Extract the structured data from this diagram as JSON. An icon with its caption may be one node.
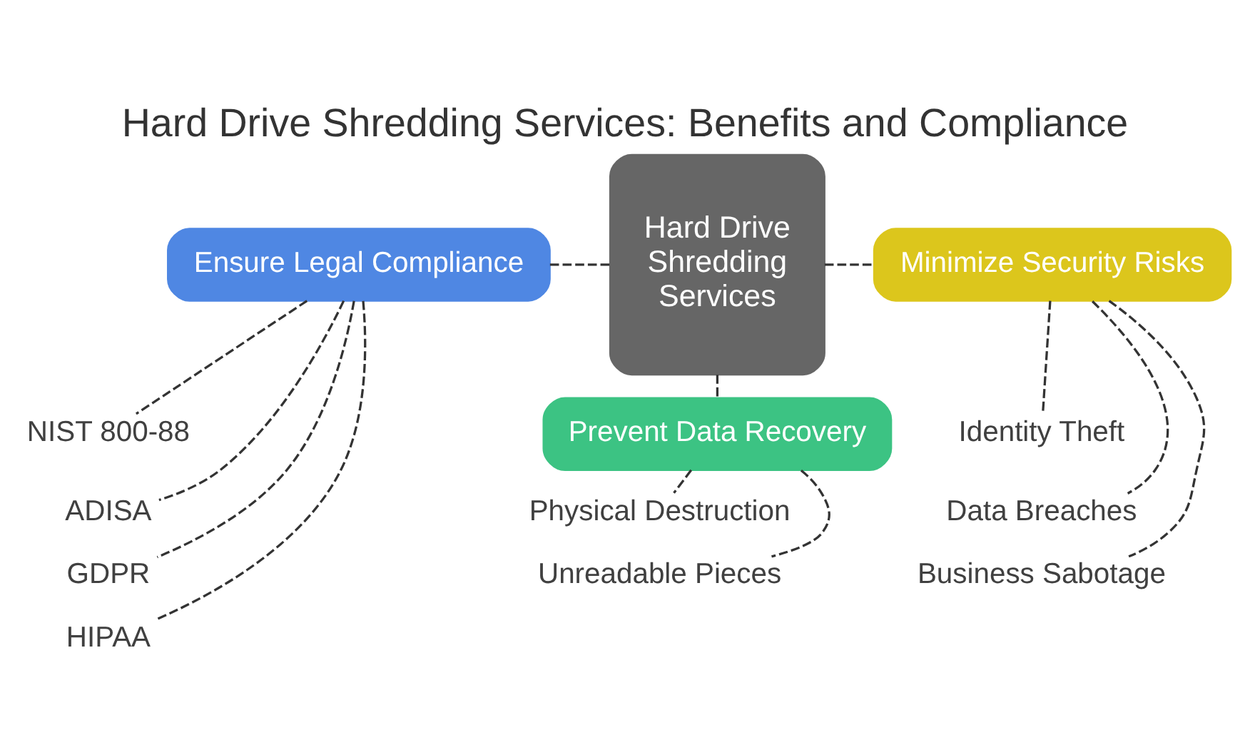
{
  "diagram": {
    "title": "Hard Drive Shredding Services: Benefits and Compliance",
    "nodes": [
      {
        "text": [
          "Ensure Legal Compliance"
        ]
      },
      {
        "text": [
          "NIST 800-88"
        ]
      },
      {
        "text": [
          "ADISA"
        ]
      },
      {
        "text": [
          "GDPR"
        ]
      },
      {
        "text": [
          "HIPAA"
        ]
      },
      {
        "text": [
          "Hard Drive Shredding Services"
        ]
      },
      {
        "text": [
          "Minimize Security Risks"
        ]
      },
      {
        "text": [
          "Identity Theft"
        ]
      },
      {
        "text": [
          "Data Breaches"
        ]
      },
      {
        "text": [
          "Business Sabotage"
        ]
      },
      {
        "text": [
          "Prevent Data Recovery"
        ]
      },
      {
        "text": [
          "Physical Destruction"
        ]
      },
      {
        "text": [
          "Unreadable Pieces"
        ]
      }
    ],
    "edges": [
      {
        "from": 0,
        "to": 5,
        "arrow": "none",
        "style": "dashed"
      },
      {
        "from": 5,
        "to": 6,
        "arrow": "none",
        "style": "dashed"
      },
      {
        "from": 5,
        "to": 10,
        "arrow": "none",
        "style": "dashed"
      },
      {
        "from": 0,
        "to": 1,
        "arrow": "none",
        "style": "dashed"
      },
      {
        "from": 0,
        "to": 2,
        "arrow": "none",
        "style": "dashed"
      },
      {
        "from": 0,
        "to": 3,
        "arrow": "none",
        "style": "dashed"
      },
      {
        "from": 0,
        "to": 4,
        "arrow": "none",
        "style": "dashed"
      },
      {
        "from": 6,
        "to": 7,
        "arrow": "none",
        "style": "dashed"
      },
      {
        "from": 6,
        "to": 8,
        "arrow": "none",
        "style": "dashed"
      },
      {
        "from": 6,
        "to": 9,
        "arrow": "none",
        "style": "dashed"
      },
      {
        "from": 10,
        "to": 11,
        "arrow": "none",
        "style": "dashed"
      },
      {
        "from": 10,
        "to": 12,
        "arrow": "none",
        "style": "dashed"
      }
    ]
  }
}
